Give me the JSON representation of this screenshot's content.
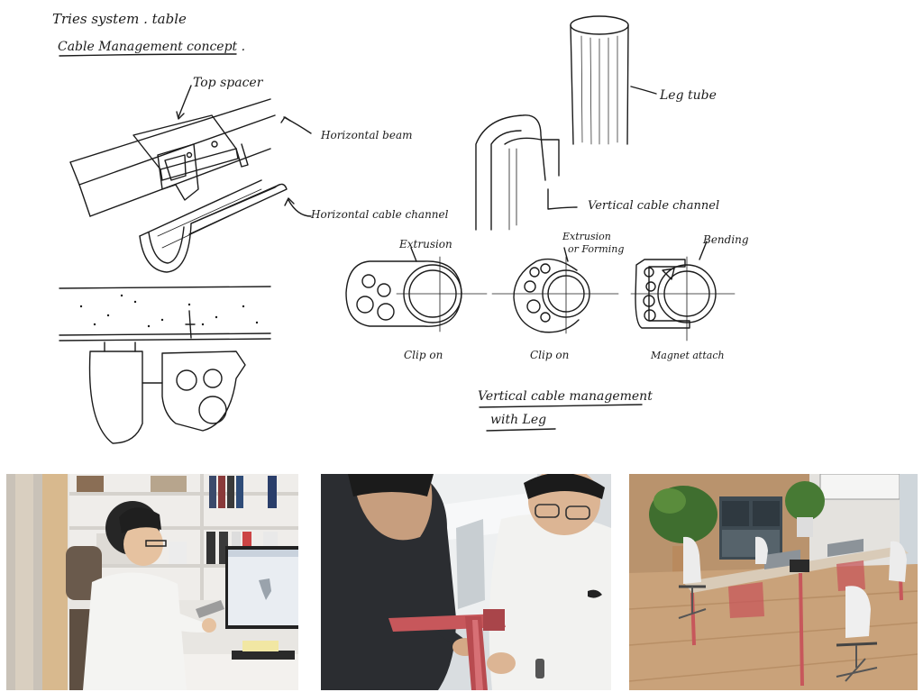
{
  "sketch": {
    "title_line1": "Tries system . table",
    "title_line2": "Cable Management concept .",
    "labels": {
      "top_spacer": "Top spacer",
      "horizontal_beam": "Horizontal beam",
      "horizontal_cable_channel": "Horizontal cable channel",
      "leg_tube": "Leg tube",
      "vertical_cable_channel": "Vertical cable channel",
      "extrusion": "Extrusion",
      "extrusion_forming": "Extrusion",
      "extrusion_forming_2": "or Forming",
      "bending": "Bending",
      "clip_on_1": "Clip on",
      "clip_on_2": "Clip on",
      "magnet_attach": "Magnet attach",
      "vertical_caption_1": "Vertical cable management",
      "vertical_caption_2": "with Leg"
    }
  },
  "photos": [
    {
      "icon": "designer-at-cad-workstation-photo"
    },
    {
      "icon": "engineers-assembling-frame-photo"
    },
    {
      "icon": "office-bench-desk-system-photo"
    }
  ],
  "colors": {
    "ink": "#1b1b1b",
    "frame_red": "#c7575b",
    "floor_wood": "#c9a27a"
  }
}
